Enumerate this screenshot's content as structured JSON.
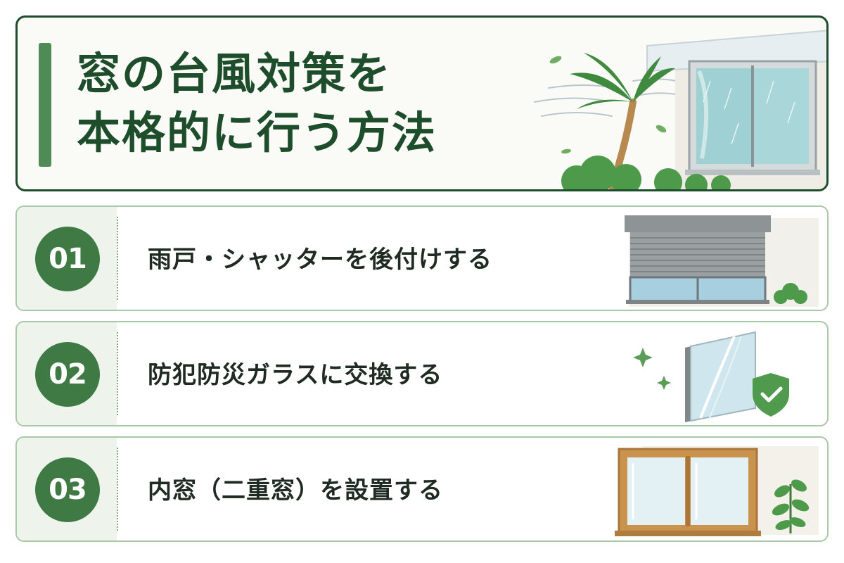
{
  "title": {
    "line1": "窓の台風対策を",
    "line2": "本格的に行う方法"
  },
  "items": [
    {
      "number": "01",
      "label": "雨戸・シャッターを後付けする",
      "icon": "shutter-illustration"
    },
    {
      "number": "02",
      "label": "防犯防災ガラスに交換する",
      "icon": "safety-glass-illustration"
    },
    {
      "number": "03",
      "label": "内窓（二重窓）を設置する",
      "icon": "double-window-illustration"
    }
  ],
  "colors": {
    "primary_green": "#1e4d2b",
    "accent_green": "#4f8c55",
    "badge_green": "#3f7a45",
    "card_border": "#a8c8a6",
    "panel_bg": "#eef4ec"
  }
}
